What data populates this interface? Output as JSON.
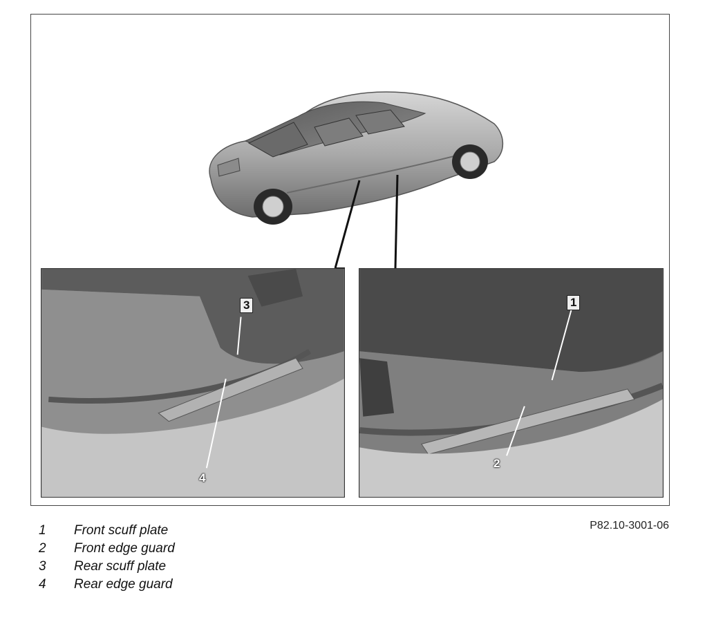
{
  "figure": {
    "reference": "P82.10-3001-06",
    "callouts": [
      {
        "number": "1"
      },
      {
        "number": "2"
      },
      {
        "number": "3"
      },
      {
        "number": "4"
      }
    ]
  },
  "legend": [
    {
      "number": "1",
      "label": "Front scuff plate"
    },
    {
      "number": "2",
      "label": "Front edge guard"
    },
    {
      "number": "3",
      "label": "Rear scuff plate"
    },
    {
      "number": "4",
      "label": "Rear edge guard"
    }
  ]
}
